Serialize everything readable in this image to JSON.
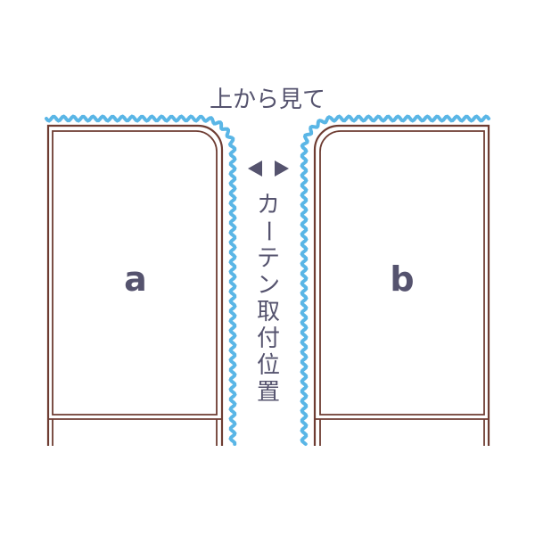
{
  "diagram": {
    "top_label": "上から見て",
    "vertical_label_chars": [
      "カ",
      "ー",
      "テ",
      "ン",
      "取",
      "付",
      "位",
      "置"
    ],
    "panels": [
      {
        "id": "a",
        "letter": "a"
      },
      {
        "id": "b",
        "letter": "b"
      }
    ],
    "colors": {
      "curtain": "#5ab6e6",
      "frame": "#6e3c32",
      "text": "#55536e",
      "arrow": "#55536e"
    }
  }
}
